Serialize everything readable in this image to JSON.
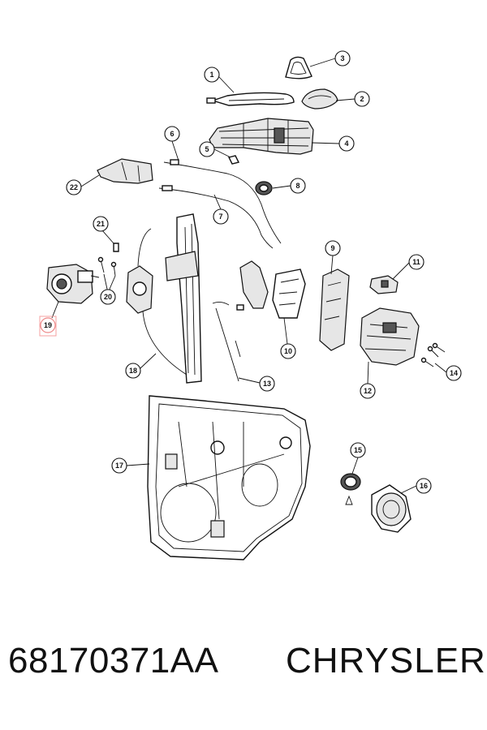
{
  "diagram": {
    "callouts": [
      "1",
      "2",
      "3",
      "4",
      "5",
      "6",
      "7",
      "8",
      "9",
      "10",
      "11",
      "12",
      "13",
      "14",
      "15",
      "16",
      "17",
      "18",
      "19",
      "20",
      "21",
      "22"
    ],
    "highlighted_callout": "19"
  },
  "footer": {
    "part_number": "68170371AA",
    "brand": "CHRYSLER"
  }
}
